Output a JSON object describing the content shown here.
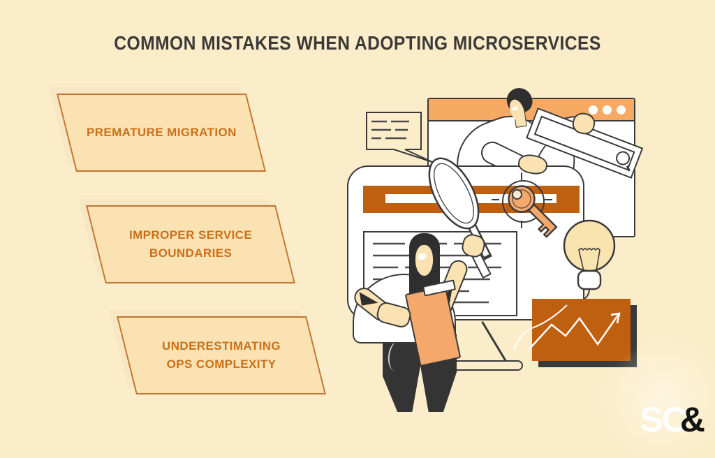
{
  "header": {
    "title": "COMMON MISTAKES WHEN ADOPTING MICROSERVICES"
  },
  "mistakes": [
    {
      "label": "PREMATURE MIGRATION"
    },
    {
      "label": "IMPROPER SERVICE BOUNDARIES"
    },
    {
      "label": "UNDERESTIMATING OPS COMPLEXITY"
    }
  ],
  "logo": {
    "primary": "SC",
    "ampersand": "&"
  },
  "illustration": {
    "icons": [
      "browser-window-icon",
      "speech-bubble-icon",
      "search-bar-icon",
      "magnifier-icon",
      "magnifying-glass-icon",
      "target-icon",
      "key-icon",
      "lightbulb-icon",
      "growth-chart-icon",
      "clipboard-icon",
      "monitor-stand-icon"
    ]
  },
  "colors": {
    "background": "#FBEDCA",
    "box_fill": "#FAE2B3",
    "box_shadow": "#F8E7C5",
    "box_border": "#C4752E",
    "box_text": "#CA701A",
    "title_text": "#3B3A39",
    "browser_header": "#F6A963",
    "burnt_orange": "#BF5F10",
    "key_orange": "#F5A86C",
    "skin": "#FBE2B2",
    "bulb": "#F9E3AE",
    "outline": "#3A3A3A",
    "dark": "#2F2F2F",
    "logo_sc": "#FFFFFF",
    "logo_amp": "#141414"
  }
}
